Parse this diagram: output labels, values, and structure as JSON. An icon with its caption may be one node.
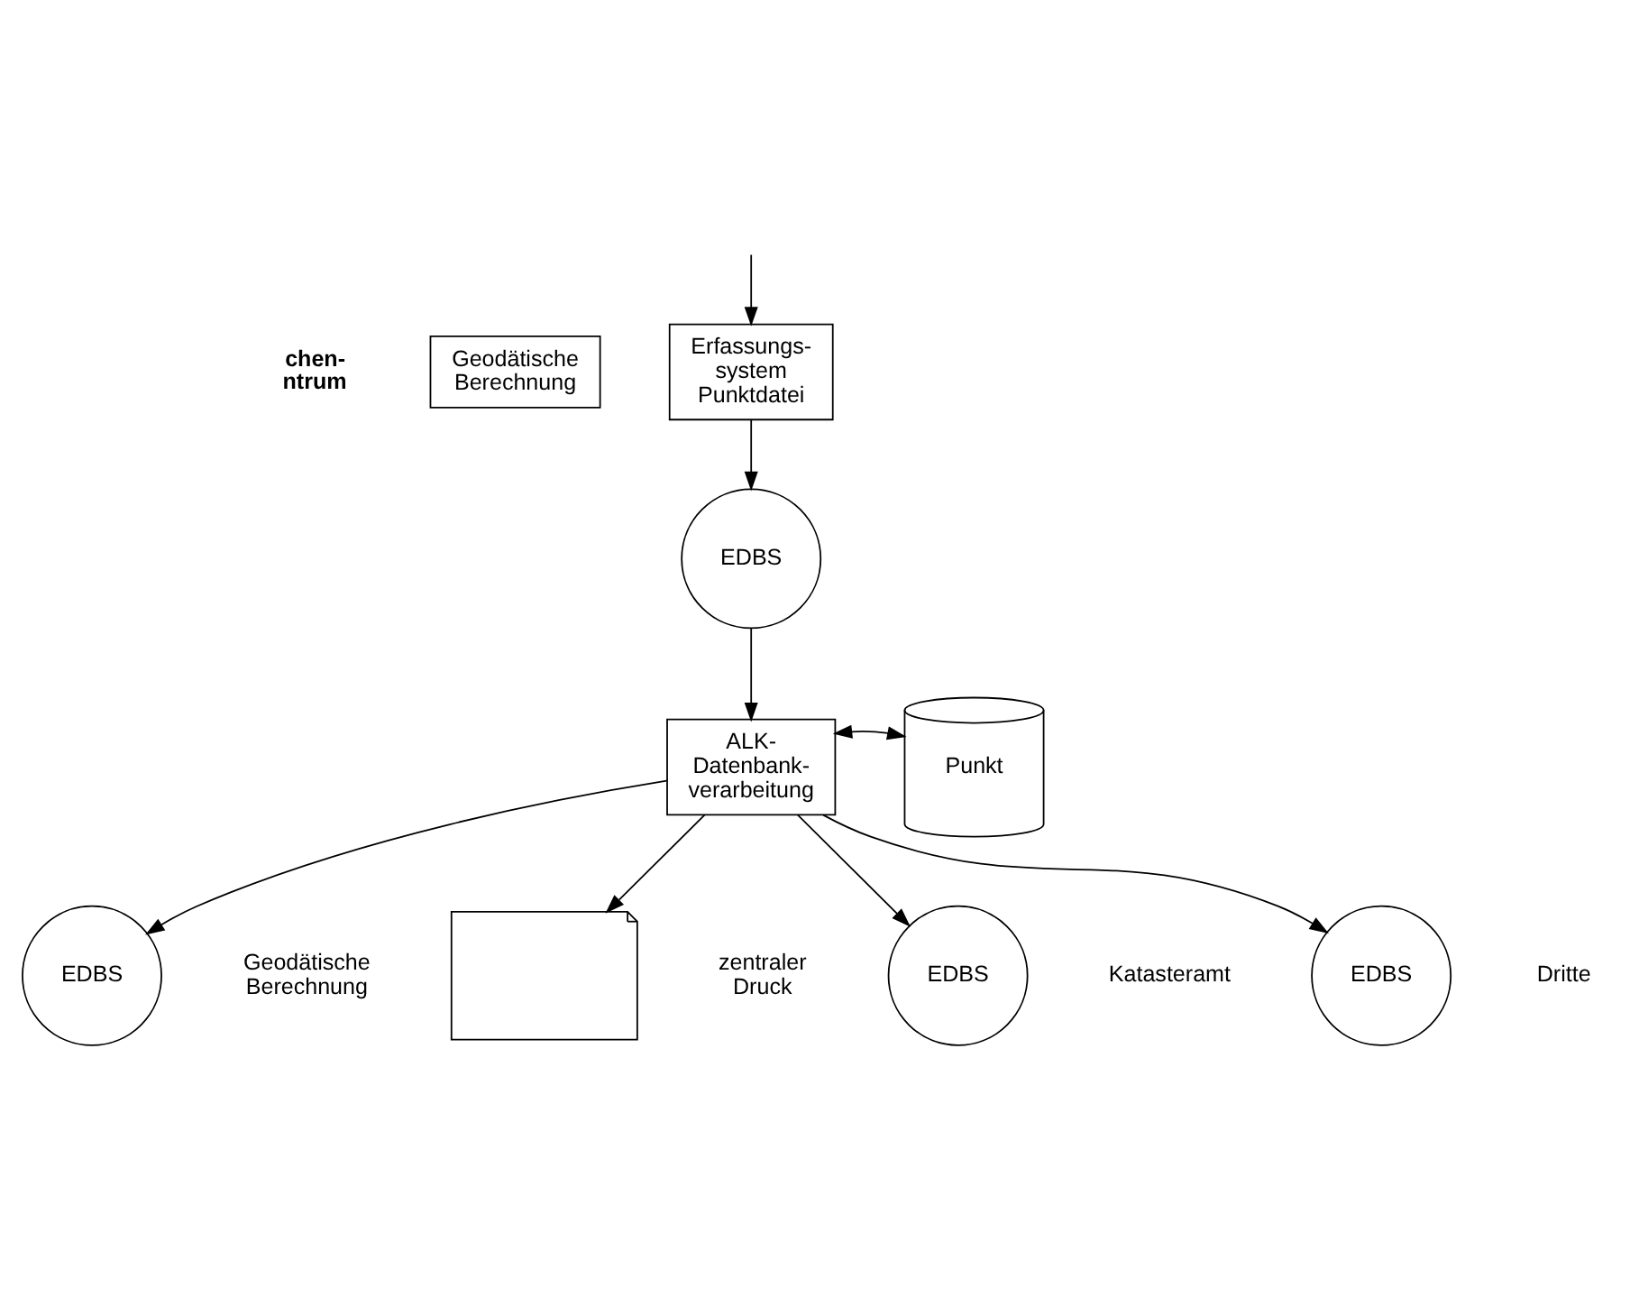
{
  "diagram": {
    "nodes": [
      {
        "text": [
          "Geodätische Berechnung"
        ]
      },
      {
        "text": [
          "Erfassungs- system Punktdatei"
        ]
      },
      {
        "text": [
          "EDBS"
        ]
      },
      {
        "text": [
          "ALK- Datenbank- verarbeitung"
        ]
      },
      {
        "text": [
          "Punkt"
        ]
      },
      {
        "text": [
          "EDBS"
        ],
        "beside": [
          "Geodätische Berechnung"
        ]
      },
      {
        "text": [],
        "shape": "document",
        "beside": [
          "zentraler Druck"
        ]
      },
      {
        "text": [
          "EDBS"
        ],
        "beside": [
          "Katasteramt"
        ]
      },
      {
        "text": [
          "EDBS"
        ],
        "beside": [
          "Dritte"
        ]
      }
    ],
    "edges": [
      {
        "from": null,
        "to": 1,
        "arrow": "to"
      },
      {
        "from": 1,
        "to": 2,
        "arrow": "to"
      },
      {
        "from": 2,
        "to": 3,
        "arrow": "to"
      },
      {
        "from": 3,
        "to": 4,
        "arrow": "both"
      },
      {
        "from": 3,
        "to": 5,
        "arrow": "to"
      },
      {
        "from": 3,
        "to": 6,
        "arrow": "to"
      },
      {
        "from": 3,
        "to": 7,
        "arrow": "to"
      },
      {
        "from": 3,
        "to": 8,
        "arrow": "to"
      }
    ],
    "labels": [
      "chen- ntrum"
    ]
  }
}
